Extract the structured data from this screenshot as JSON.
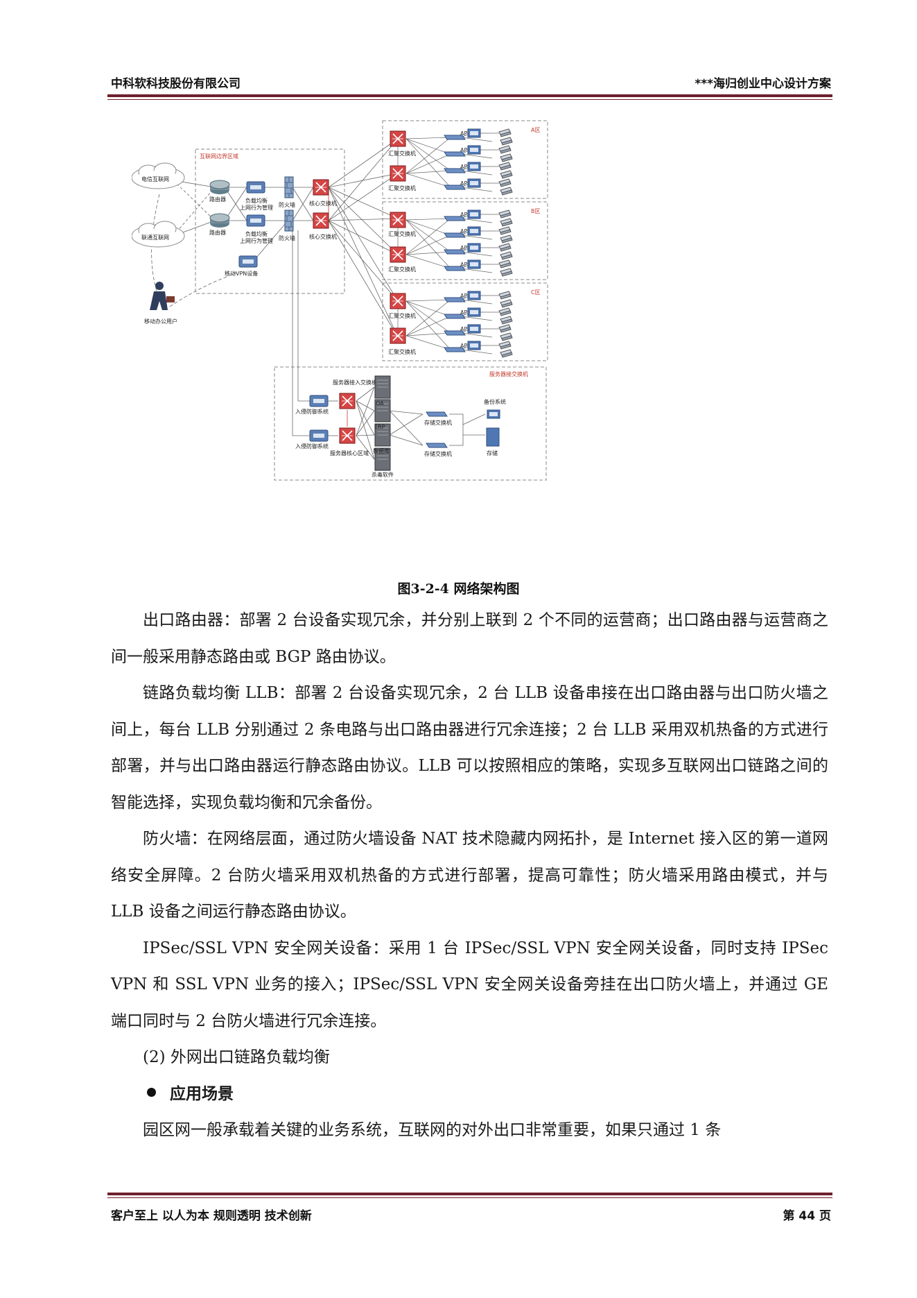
{
  "header": {
    "company": "中科软科技股份有限公司",
    "doc_title": "***海归创业中心设计方案"
  },
  "diagram": {
    "labels": {
      "telecom_cloud": "电信互联网",
      "unicom_cloud": "联通互联网",
      "mobile_user": "移动办公用户",
      "border_zone": "互联网边界区域",
      "router1": "路由器",
      "router2": "路由器",
      "llb1": "负载均衡",
      "llb1b": "上网行为管理",
      "llb2": "负载均衡",
      "llb2b": "上网行为管理",
      "vpn": "移动VPN设备",
      "fw1": "防火墙",
      "fw2": "防火墙",
      "core1": "核心交换机",
      "core2": "核心交换机",
      "zone_a": "A区",
      "zone_b": "B区",
      "zone_c": "C区",
      "agg_a1": "汇聚交换机",
      "agg_a2": "汇聚交换机",
      "agg_b1": "汇聚交换机",
      "agg_b2": "汇聚交换机",
      "agg_c1": "汇聚交换机",
      "agg_c2": "汇聚交换机",
      "ap": "AP",
      "server_zone_top": "服务器接入交换机",
      "server_zone_label": "服务器接交换机",
      "ips1": "入侵防御系统",
      "ips2": "入侵防御系统",
      "server_core": "服务器核心区域",
      "oa": "OA",
      "erp": "ERP",
      "db": "数据库",
      "av": "杀毒软件",
      "storage_sw1": "存储交换机",
      "storage_sw2": "存储交换机",
      "backup": "备份系统",
      "storage": "存储"
    }
  },
  "caption": "图3-2-4   网络架构图",
  "paragraphs": [
    "出口路由器：部署 2 台设备实现冗余，并分别上联到 2 个不同的运营商；出口路由器与运营商之间一般采用静态路由或 BGP 路由协议。",
    "链路负载均衡 LLB：部署 2 台设备实现冗余，2 台 LLB 设备串接在出口路由器与出口防火墙之间上，每台 LLB 分别通过 2 条电路与出口路由器进行冗余连接；2 台 LLB 采用双机热备的方式进行部署，并与出口路由器运行静态路由协议。LLB 可以按照相应的策略，实现多互联网出口链路之间的智能选择，实现负载均衡和冗余备份。",
    "防火墙：在网络层面，通过防火墙设备 NAT 技术隐藏内网拓扑，是 Internet 接入区的第一道网络安全屏障。2 台防火墙采用双机热备的方式进行部署，提高可靠性；防火墙采用路由模式，并与 LLB 设备之间运行静态路由协议。",
    "IPSec/SSL VPN 安全网关设备：采用 1 台 IPSec/SSL VPN 安全网关设备，同时支持 IPSec VPN 和 SSL VPN 业务的接入；IPSec/SSL VPN 安全网关设备旁挂在出口防火墙上，并通过 GE 端口同时与 2 台防火墙进行冗余连接。"
  ],
  "subheading": "(2) 外网出口链路负载均衡",
  "bullet": "应用场景",
  "last_paragraph": "园区网一般承载着关键的业务系统，互联网的对外出口非常重要，如果只通过 1 条",
  "footer": {
    "motto": "客户至上  以人为本  规则透明  技术创新",
    "page": "第 44 页"
  },
  "colors": {
    "rule": "#6e1f2b",
    "switch_red": "#c0392b",
    "device_blue": "#4a6fa5"
  }
}
